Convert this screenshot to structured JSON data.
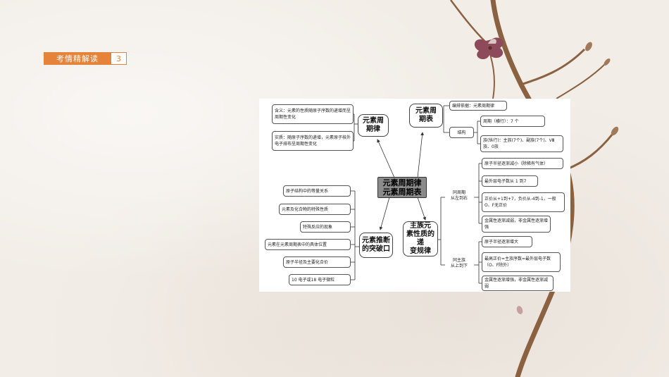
{
  "header": {
    "title": "考情精解读",
    "page_number": "3"
  },
  "diagram": {
    "center": "元素周期律\n元素周期表",
    "law_node": "元素周\n期律",
    "law_items": [
      "含义：元素的性质随原子序数的递增而呈周期性变化",
      "实质：随原子序数的递增，元素原子核外电子排布呈周期性变化"
    ],
    "table_node": "元素周\n期表",
    "table_basis": "编排依据：元素周期律",
    "table_structure_label": "结构",
    "table_structure_items": [
      "周期（横行）：7 个",
      "族(纵行)：主族(7个)、副族(7个)、Ⅷ族、0族"
    ],
    "trend_node": "主族元\n素性质的递\n变规律",
    "period_label": "同周期\n从左到右",
    "period_items": [
      "原子半径逐渐减小（除稀有气体）",
      "最外层电子数从 1 到7",
      "正价从+1到+7，负价从-4到-1，一般O、F无正价",
      "金属性逐渐减弱，非金属性逐渐增强"
    ],
    "group_label": "同主族\n从上到下",
    "group_items": [
      "原子半径逐渐增大",
      "最高正价=主族序数=最外层电子数（O、F除外）",
      "金属性逐渐增强，非金属性逐渐减弱"
    ],
    "breakthrough_node": "元素推断\n的突破口",
    "breakthrough_items": [
      "原子结构中的等量关系",
      "元素及化合物的特殊性质",
      "特殊反应的现象",
      "元素在元素周期表中的具体位置",
      "原子半径及主要化合价",
      "10 电子或18 电子微粒"
    ]
  }
}
